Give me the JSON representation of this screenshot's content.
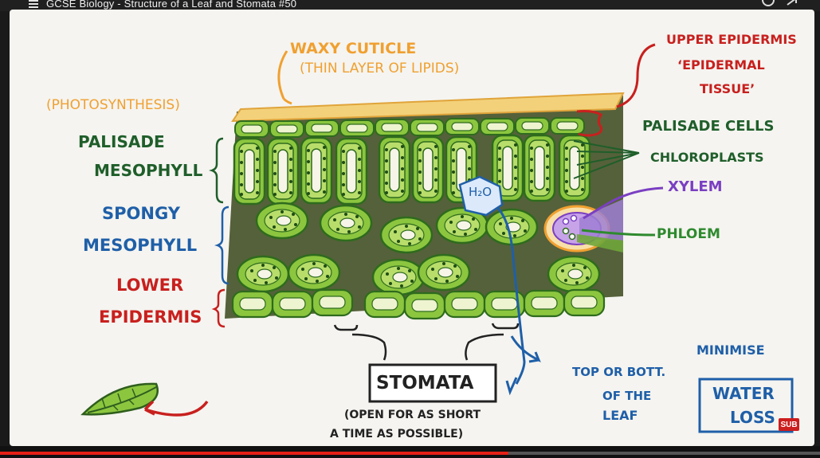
{
  "player": {
    "title": "GCSE Biology - Structure of a Leaf and Stomata #50",
    "progress_percent": 62,
    "sub_badge": "SUB"
  },
  "diagram": {
    "waxy_cuticle": "WAXY CUTICLE",
    "waxy_cuticle_sub": "(THIN LAYER OF LIPIDS)",
    "upper_epidermis": "UPPER EPIDERMIS",
    "epidermal_tissue_1": "‘EPIDERMAL",
    "epidermal_tissue_2": "TISSUE’",
    "photosynthesis": "(PHOTOSYNTHESIS)",
    "palisade_1": "PALISADE",
    "palisade_2": "MESOPHYLL",
    "spongy_1": "SPONGY",
    "spongy_2": "MESOPHYLL",
    "lower_1": "LOWER",
    "lower_2": "EPIDERMIS",
    "palisade_cells": "PALISADE CELLS",
    "chloroplasts": "CHLOROPLASTS",
    "xylem": "XYLEM",
    "phloem": "PHLOEM",
    "h2o": "H₂O",
    "stomata": "STOMATA",
    "stomata_note_1": "(OPEN FOR AS SHORT",
    "stomata_note_2": "A TIME AS POSSIBLE)",
    "top_bott_1": "TOP OR BOTT.",
    "top_bott_2": "OF THE",
    "top_bott_3": "LEAF",
    "minimise": "MINIMISE",
    "water_loss_1": "WATER",
    "water_loss_2": "LOSS"
  },
  "colors": {
    "orange": "#f0a030",
    "red": "#c8201e",
    "green_dark": "#1f5e2a",
    "blue": "#1f5fa8",
    "purple": "#7a3fc2",
    "leaf_green": "#7fb83a",
    "tissue_bg": "#4e5a2e"
  }
}
